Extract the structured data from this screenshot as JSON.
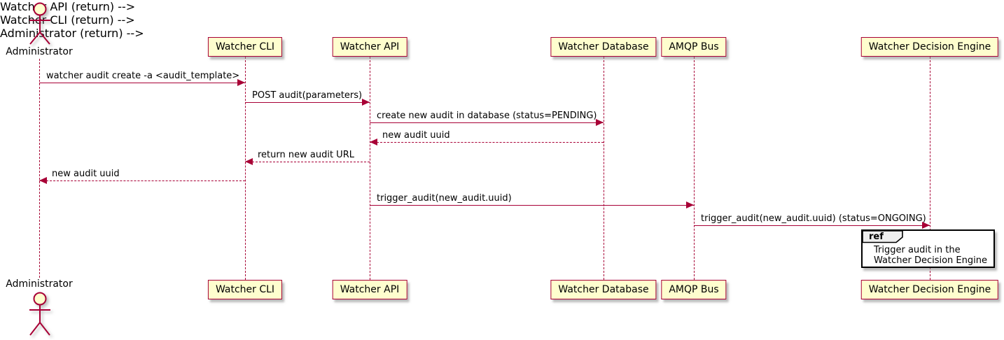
{
  "diagram": {
    "type": "sequence-diagram",
    "actor": {
      "name": "Administrator"
    },
    "participants": [
      {
        "label": "Watcher CLI"
      },
      {
        "label": "Watcher API"
      },
      {
        "label": "Watcher Database"
      },
      {
        "label": "AMQP Bus"
      },
      {
        "label": "Watcher Decision Engine"
      }
    ],
    "messages": [
      {
        "from": "Administrator",
        "to": "Watcher CLI",
        "label": "watcher audit create -a <audit_template>",
        "line": "solid",
        "direction": "right"
      },
      {
        "from": "Watcher CLI",
        "to": "Watcher API",
        "label": "POST audit(parameters)",
        "line": "solid",
        "direction": "right"
      },
      {
        "from": "Watcher API",
        "to": "Watcher Database",
        "label": "create new audit in database (status=PENDING)",
        "line": "solid",
        "direction": "right"
      },
      {
        "from": "Watcher Database",
        "to": "Watcher API",
        "label": "new audit uuid",
        "line": "dashed",
        "direction": "left"
      },
      {
        "from": "Watcher API",
        "to": "Watcher CLI",
        "label": "return new audit URL",
        "line": "dashed",
        "direction": "left"
      },
      {
        "from": "Watcher CLI",
        "to": "Administrator",
        "label": "new audit uuid",
        "line": "dashed",
        "direction": "left"
      },
      {
        "from": "Watcher API",
        "to": "AMQP Bus",
        "label": "trigger_audit(new_audit.uuid)",
        "line": "solid",
        "direction": "right"
      },
      {
        "from": "AMQP Bus",
        "to": "Watcher Decision Engine",
        "label": "trigger_audit(new_audit.uuid) (status=ONGOING)",
        "line": "solid",
        "direction": "right"
      }
    ],
    "ref": {
      "keyword": "ref",
      "line1": "Trigger audit in the",
      "line2": "Watcher Decision Engine"
    }
  },
  "colors": {
    "participant_fill": "#FEFECE",
    "stroke": "#A80036",
    "text": "#000000",
    "ref_header_fill": "#EEEEEE",
    "ref_border": "#000000",
    "background": "#FFFFFF"
  }
}
